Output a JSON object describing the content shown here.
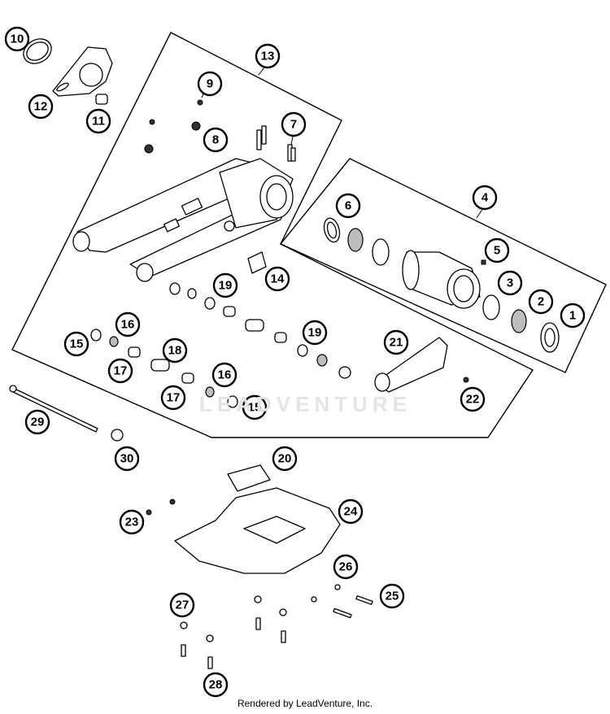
{
  "diagram": {
    "callouts": [
      "1",
      "2",
      "3",
      "4",
      "5",
      "6",
      "7",
      "8",
      "9",
      "10",
      "11",
      "12",
      "13",
      "14",
      "15",
      "15",
      "16",
      "16",
      "17",
      "17",
      "18",
      "19",
      "19",
      "20",
      "21",
      "22",
      "23",
      "24",
      "25",
      "26",
      "27",
      "28",
      "29",
      "30"
    ],
    "watermark": "LEADVENTURE",
    "footer": "Rendered by LeadVenture, Inc."
  }
}
